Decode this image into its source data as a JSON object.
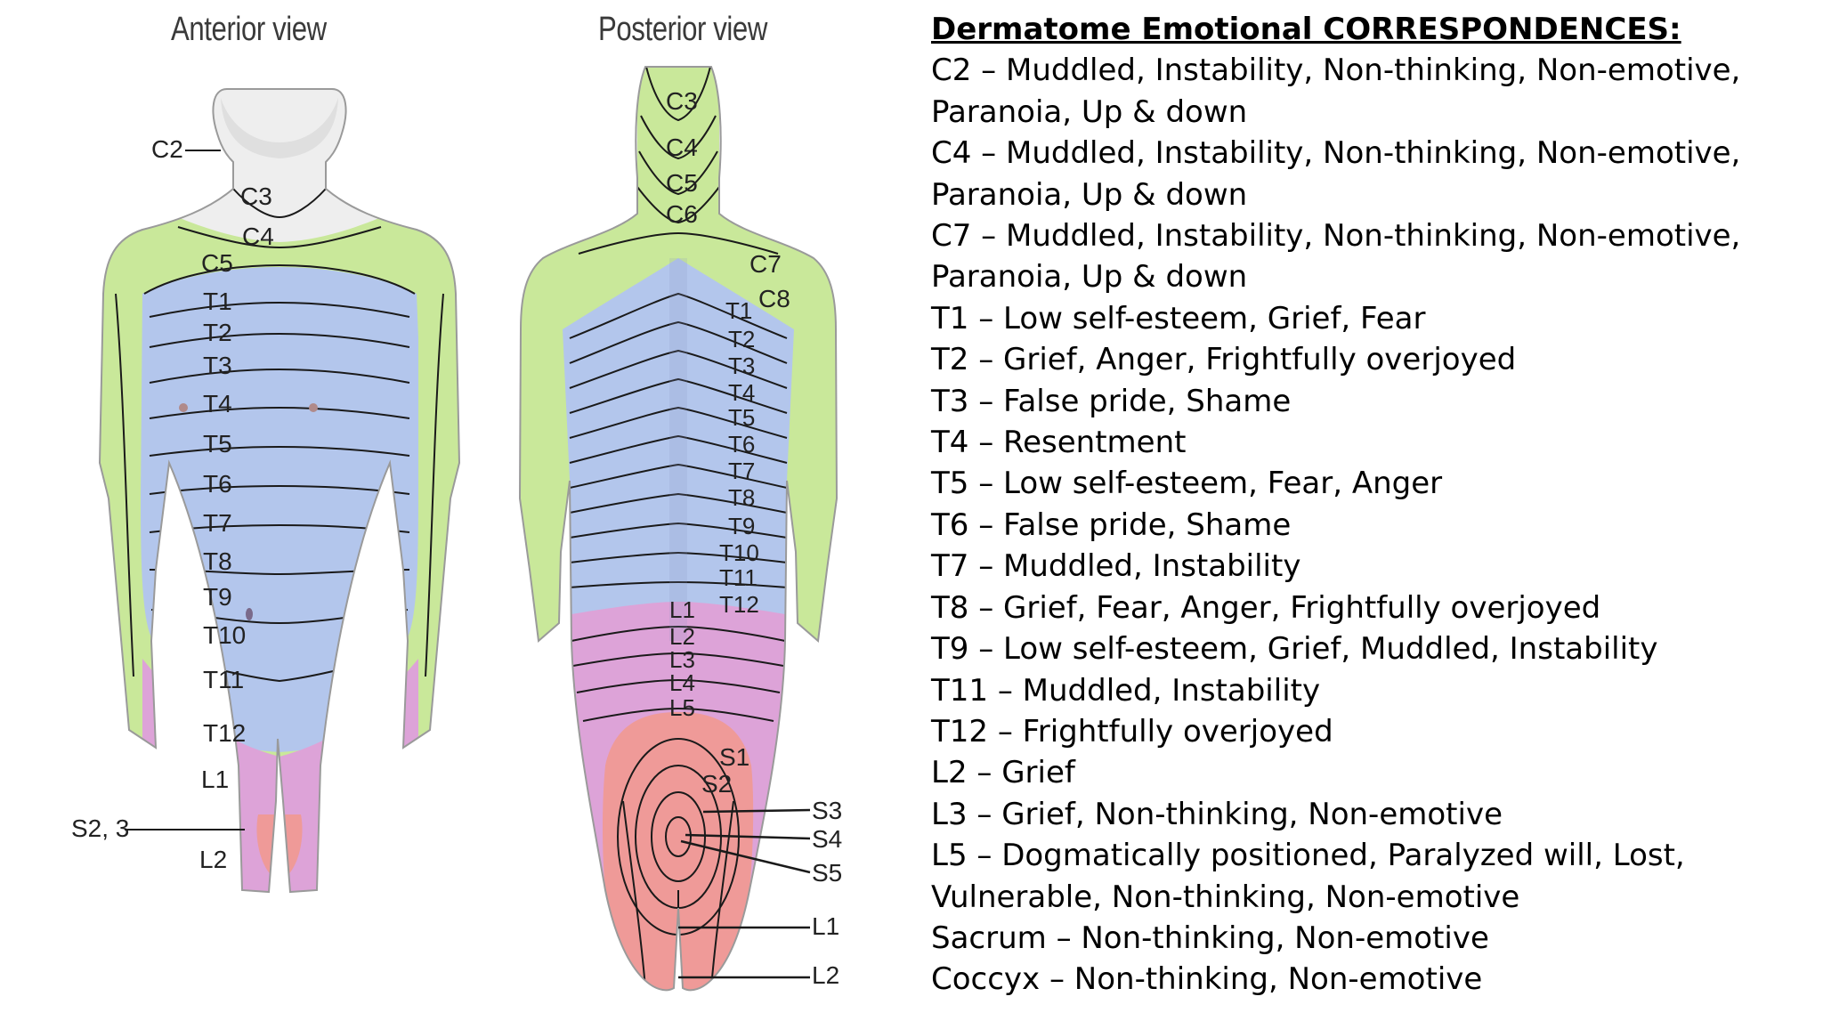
{
  "figure": {
    "anterior_title": "Anterior view",
    "posterior_title": "Posterior view",
    "anterior_labels": {
      "C2": "C2",
      "C3": "C3",
      "C4": "C4",
      "C5": "C5",
      "T1": "T1",
      "T2": "T2",
      "T3": "T3",
      "T4": "T4",
      "T5": "T5",
      "T6": "T6",
      "T7": "T7",
      "T8": "T8",
      "T9": "T9",
      "T10": "T10",
      "T11": "T11",
      "T12": "T12",
      "L1": "L1",
      "L2": "L2",
      "S23": "S2, 3"
    },
    "posterior_labels": {
      "C3": "C3",
      "C4": "C4",
      "C5": "C5",
      "C6": "C6",
      "C7": "C7",
      "C8": "C8",
      "T1": "T1",
      "T2": "T2",
      "T3": "T3",
      "T4": "T4",
      "T5": "T5",
      "T6": "T6",
      "T7": "T7",
      "T8": "T8",
      "T9": "T9",
      "T10": "T10",
      "T11": "T11",
      "T12": "T12",
      "L1": "L1",
      "L2": "L2",
      "L3": "L3",
      "L4": "L4",
      "L5": "L5",
      "S1": "S1",
      "S2": "S2",
      "S3": "S3",
      "S4": "S4",
      "S5": "S5",
      "L1b": "L1",
      "L2b": "L2"
    },
    "colors": {
      "cervical": "#c9e89a",
      "thoracic": "#b3c6ec",
      "lumbar": "#dda3d8",
      "sacral": "#ef9a98",
      "skin": "#eeeeee",
      "line": "#1a1a1a"
    }
  },
  "text": {
    "heading": "Dermatome Emotional CORRESPONDENCES:",
    "entries": [
      "C2 – Muddled, Instability, Non-thinking, Non-emotive, Paranoia, Up & down",
      "C4 – Muddled, Instability, Non-thinking, Non-emotive, Paranoia, Up & down",
      "C7 – Muddled, Instability, Non-thinking, Non-emotive, Paranoia, Up & down",
      "T1 – Low self-esteem, Grief, Fear",
      "T2 – Grief, Anger, Frightfully overjoyed",
      "T3 – False pride, Shame",
      "T4 – Resentment",
      "T5 – Low self-esteem, Fear, Anger",
      "T6 – False pride, Shame",
      "T7 – Muddled, Instability",
      "T8 – Grief, Fear, Anger, Frightfully overjoyed",
      "T9 – Low self-esteem, Grief, Muddled, Instability",
      "T11 – Muddled, Instability",
      "T12 – Frightfully overjoyed",
      "L2 – Grief",
      "L3 – Grief, Non-thinking, Non-emotive",
      "L5 – Dogmatically positioned, Paralyzed will, Lost, Vulnerable, Non-thinking, Non-emotive",
      "Sacrum – Non-thinking, Non-emotive",
      "Coccyx – Non-thinking, Non-emotive"
    ]
  }
}
